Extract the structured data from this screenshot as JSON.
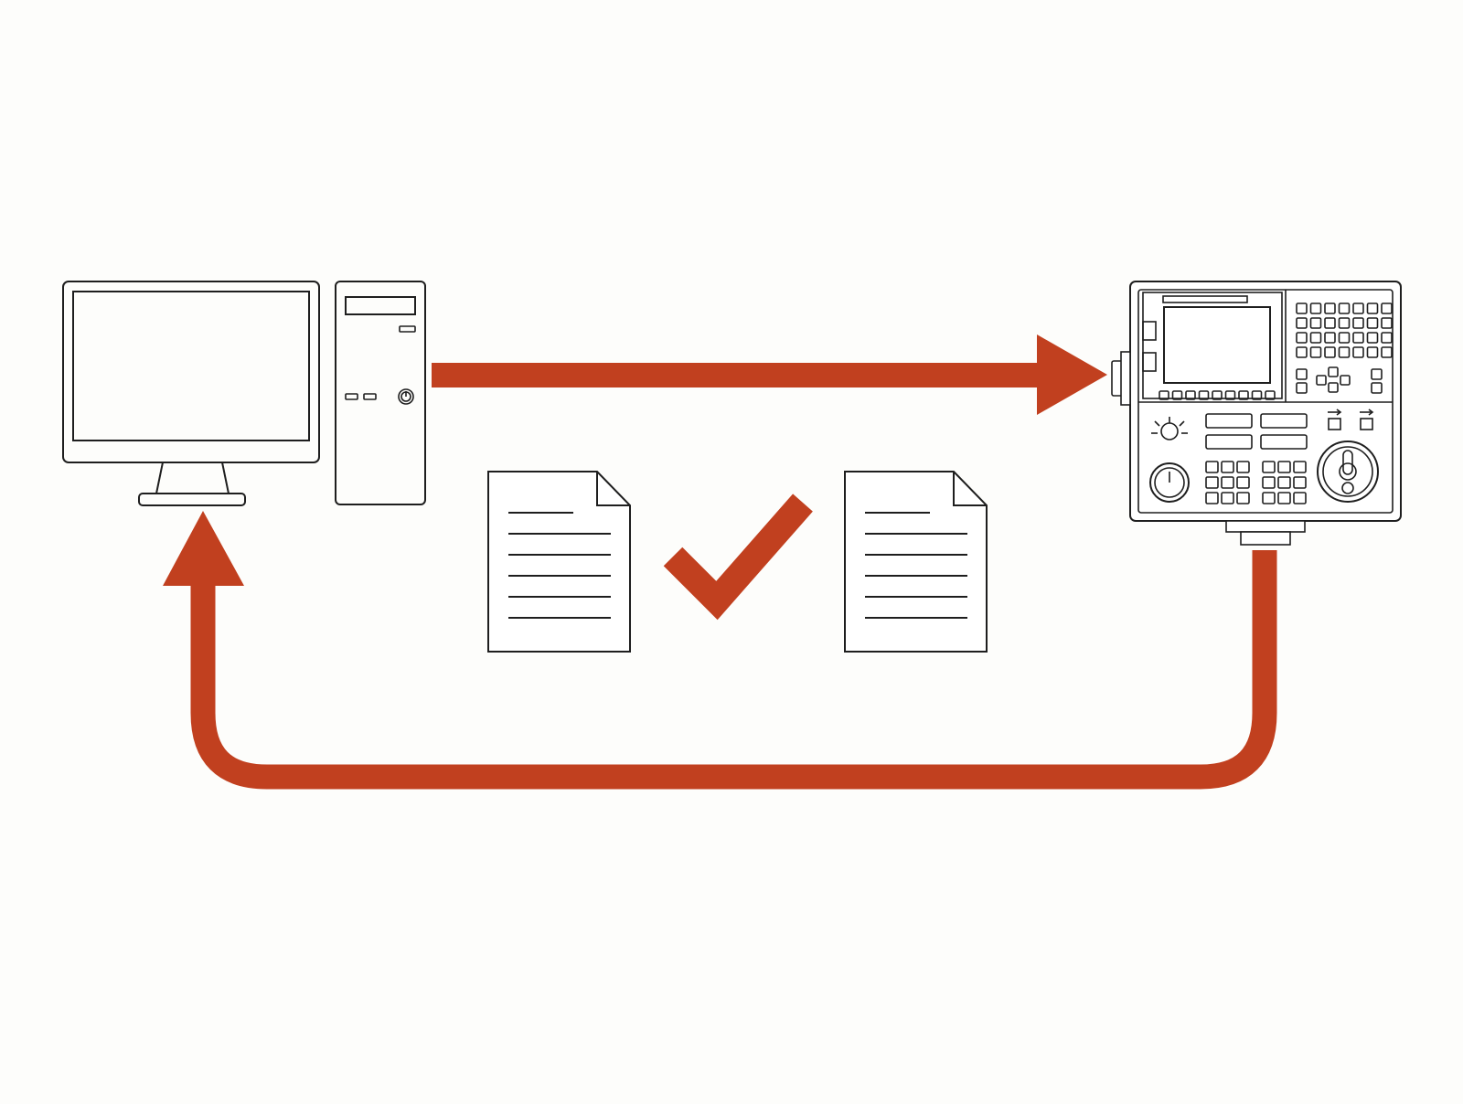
{
  "diagram": {
    "nodes": [
      {
        "id": "pc",
        "icon": "desktop-computer-icon"
      },
      {
        "id": "cnc",
        "icon": "cnc-control-panel-icon"
      }
    ],
    "center": {
      "items": [
        {
          "icon": "document-icon"
        },
        {
          "icon": "checkmark-icon"
        },
        {
          "icon": "document-icon"
        }
      ]
    },
    "edges": [
      {
        "from": "pc",
        "to": "cnc",
        "style": "straight-arrow"
      },
      {
        "from": "cnc",
        "to": "pc",
        "style": "return-loop-arrow"
      }
    ]
  },
  "colors": {
    "accent": "#c1401f",
    "outline": "#1e1e1e",
    "background": "#fdfdfb"
  }
}
